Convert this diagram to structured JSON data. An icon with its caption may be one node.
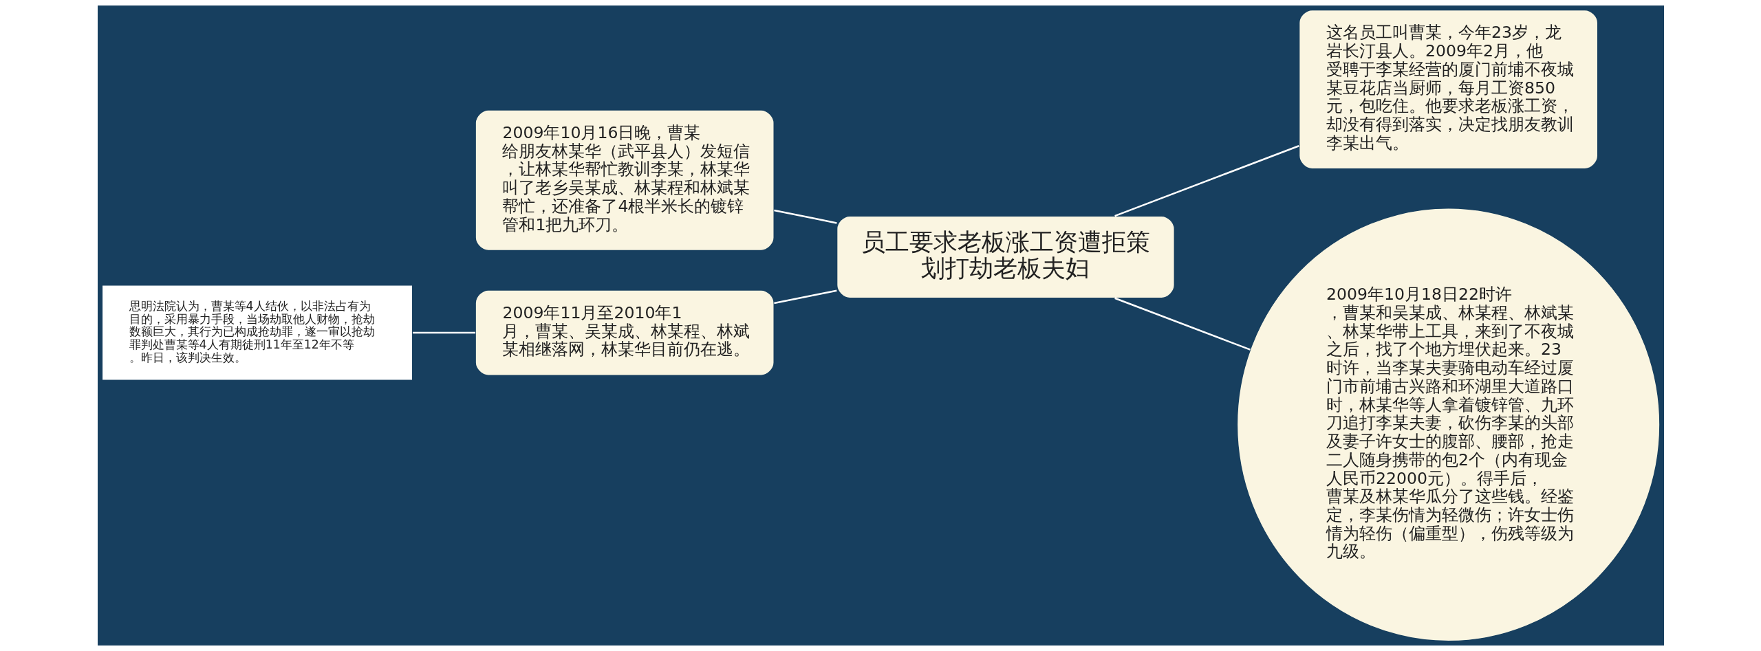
{
  "diagram": {
    "nodes": [
      {
        "text": [
          "员工要求老板涨工资遭拒策划打劫老板夫妇"
        ]
      },
      {
        "text": [
          "这名员工叫曹某，今年23岁，龙岩长汀县人。2009年2月，他受聘于李某经营的厦门前埔不夜城某豆花店当厨师，每月工资850元，包吃住。他要求老板涨工资，却没有得到落实，决定找朋友教训李某出气。"
        ]
      },
      {
        "text": [
          "2009年10月16日晚，曹某给朋友林某华（武平县人）发短信，让林某华帮忙教训李某，林某华叫了老乡吴某成、林某程和林斌某帮忙，还准备了4根半米长的镀锌管和1把九环刀。"
        ]
      },
      {
        "text": [
          "2009年10月18日22时许，曹某和吴某成、林某程、林斌某、林某华带上工具，来到了不夜城之后，找了个地方埋伏起来。23时许，当李某夫妻骑电动车经过厦门市前埔古兴路和环湖里大道路口时，林某华等人拿着镀锌管、九环刀追打李某夫妻，砍伤李某的头部及妻子许女士的腹部、腰部，抢走二人随身携带的包2个（内有现金人民币22000元）。得手后，曹某及林某华瓜分了这些钱。经鉴定，李某伤情为轻微伤；许女士伤情为轻伤（偏重型），伤残等级为九级。"
        ]
      },
      {
        "text": [
          "2009年11月至2010年1月，曹某、吴某成、林某程、林斌某相继落网，林某华目前仍在逃。"
        ]
      },
      {
        "text": [
          "思明法院认为，曹某等4人结伙，以非法占有为目的，采用暴力手段，当场劫取他人财物，抢劫数额巨大，其行为已构成抢劫罪，遂一审以抢劫罪判处曹某等4人有期徒刑11年至12年不等。昨日，该判决生效。"
        ]
      }
    ],
    "edges": [
      {
        "from": 0,
        "to": 1,
        "arrow": "none"
      },
      {
        "from": 0,
        "to": 2,
        "arrow": "none"
      },
      {
        "from": 0,
        "to": 3,
        "arrow": "none"
      },
      {
        "from": 0,
        "to": 4,
        "arrow": "none"
      },
      {
        "from": 4,
        "to": 5,
        "arrow": "none"
      }
    ]
  }
}
